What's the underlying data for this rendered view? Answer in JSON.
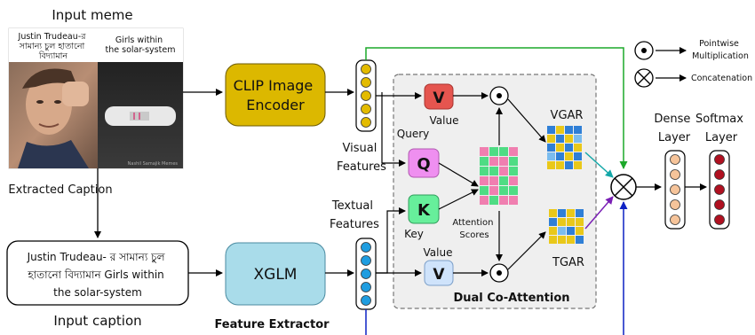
{
  "input_meme": {
    "title": "Input meme",
    "left_caption": "Justin Trudeau-র সামান্য চুল হাতানো বিদ্যামান",
    "right_caption": "Girls within the solar-system",
    "watermark": "Nashil Samajik Memes"
  },
  "extracted_caption": "Extracted Caption",
  "input_caption": {
    "text": "Justin Trudeau- র সামান্য চুল হাতানো বিদ্যামান  Girls within the solar-system",
    "label": "Input caption"
  },
  "clip_encoder": {
    "label": "CLIP Image Encoder"
  },
  "xglm": {
    "label": "XGLM"
  },
  "feature_extractor": "Feature Extractor",
  "visual_features": "Visual Features",
  "textual_features": "Textual Features",
  "query": "Query",
  "value_top": "Value",
  "value_bottom": "Value",
  "key": "Key",
  "attention_scores": "Attention Scores",
  "vgar": "VGAR",
  "tgar": "TGAR",
  "dual_coattention": "Dual Co-Attention",
  "dense_layer": "Dense Layer",
  "softmax_layer": "Softmax Layer",
  "legend": {
    "pointwise": "Pointwise Multiplication",
    "concat": "Concatenation"
  },
  "letters": {
    "v": "V",
    "q": "Q",
    "k": "K"
  },
  "colors": {
    "clip": "#dcb800",
    "xglm": "#a9dcea",
    "visual_dot": "#e3bb00",
    "textual_dot": "#1f9de0",
    "dense_dot": "#f6c49a",
    "softmax_dot": "#b01020",
    "v_box": "#e5554f",
    "v_box_bottom": "#cfe3fb",
    "q_box": "#ef8ff0",
    "k_box": "#67ef9b",
    "green_arrow": "#1ca82a",
    "blue_line": "#0d22c4",
    "purple_arrow": "#7a1fb5",
    "teal_arrow": "#13a7a8"
  }
}
